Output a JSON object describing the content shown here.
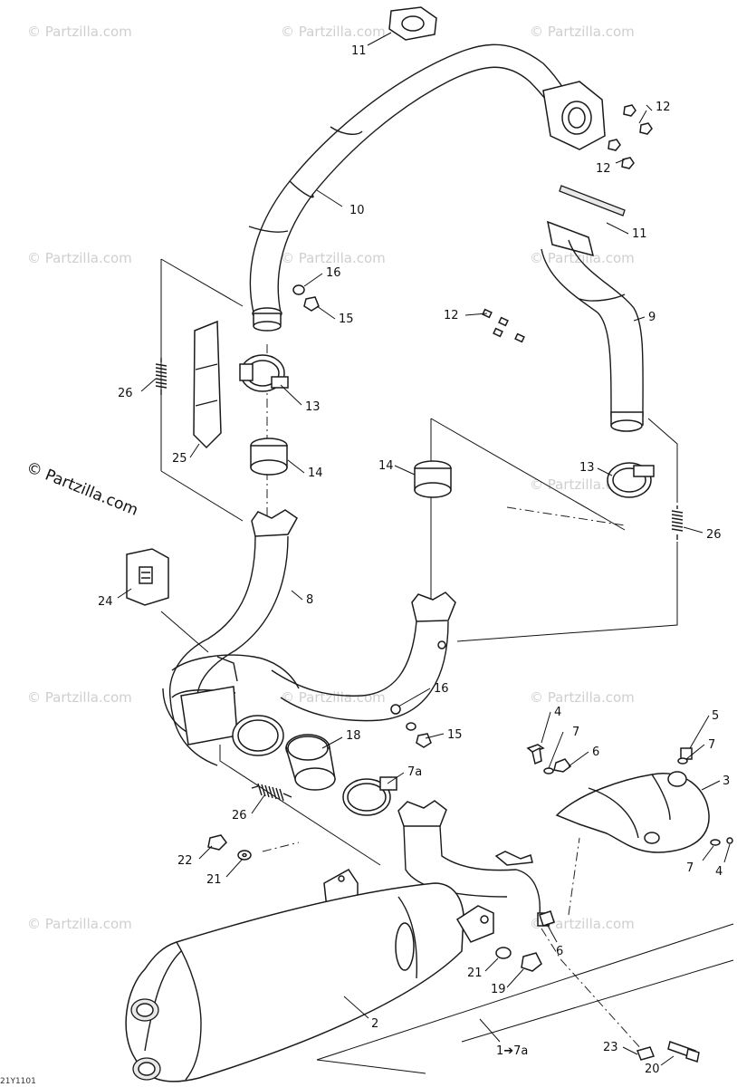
{
  "watermark": "© Partzilla.com",
  "drawing_code": "21Y1101",
  "callouts": [
    {
      "id": "c1",
      "text": "11"
    },
    {
      "id": "c2",
      "text": "12"
    },
    {
      "id": "c3",
      "text": "12"
    },
    {
      "id": "c4",
      "text": "10"
    },
    {
      "id": "c5",
      "text": "11"
    },
    {
      "id": "c6",
      "text": "16"
    },
    {
      "id": "c7",
      "text": "15"
    },
    {
      "id": "c8",
      "text": "12"
    },
    {
      "id": "c9",
      "text": "9"
    },
    {
      "id": "c10",
      "text": "26"
    },
    {
      "id": "c11",
      "text": "13"
    },
    {
      "id": "c12",
      "text": "25"
    },
    {
      "id": "c13",
      "text": "14"
    },
    {
      "id": "c14",
      "text": "14"
    },
    {
      "id": "c15",
      "text": "13"
    },
    {
      "id": "c16",
      "text": "26"
    },
    {
      "id": "c17",
      "text": "8"
    },
    {
      "id": "c18",
      "text": "24"
    },
    {
      "id": "c19",
      "text": "16"
    },
    {
      "id": "c20",
      "text": "15"
    },
    {
      "id": "c21",
      "text": "18"
    },
    {
      "id": "c22",
      "text": "7a"
    },
    {
      "id": "c23",
      "text": "4"
    },
    {
      "id": "c24",
      "text": "7"
    },
    {
      "id": "c25",
      "text": "6"
    },
    {
      "id": "c26",
      "text": "5"
    },
    {
      "id": "c27",
      "text": "7"
    },
    {
      "id": "c28",
      "text": "3"
    },
    {
      "id": "c29",
      "text": "7"
    },
    {
      "id": "c30",
      "text": "4"
    },
    {
      "id": "c31",
      "text": "26"
    },
    {
      "id": "c32",
      "text": "22"
    },
    {
      "id": "c33",
      "text": "21"
    },
    {
      "id": "c34",
      "text": "6"
    },
    {
      "id": "c35",
      "text": "21"
    },
    {
      "id": "c36",
      "text": "19"
    },
    {
      "id": "c37",
      "text": "2"
    },
    {
      "id": "c38",
      "text": "1➔7a"
    },
    {
      "id": "c39",
      "text": "23"
    },
    {
      "id": "c40",
      "text": "20"
    }
  ]
}
